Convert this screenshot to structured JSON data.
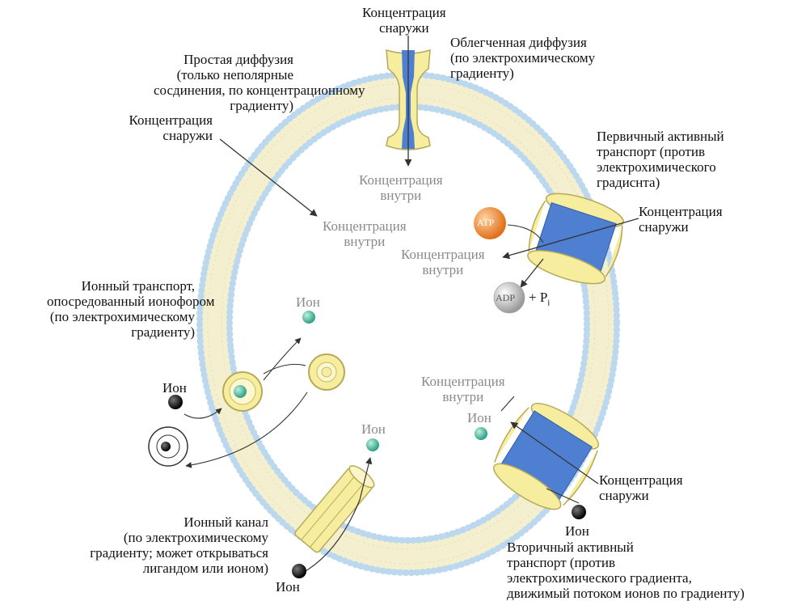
{
  "labels": {
    "top_outside": [
      "Концентрация",
      "снаружи"
    ],
    "facilitated": [
      "Облегченная диффузия",
      "(по электрохимическому",
      "градиенту)"
    ],
    "simple": [
      "Простая диффузия",
      "(только неполярные",
      "сосдинения, по концентрационному",
      "градиенту)"
    ],
    "simple_outside": [
      "Концентрация",
      "снаружи"
    ],
    "top_inside": [
      "Концентрация",
      "внутри"
    ],
    "simple_inside": [
      "Концентрация",
      "внутри"
    ],
    "primary": [
      "Первичный активный",
      "транспорт (против",
      "электрохимического",
      "градиснта)"
    ],
    "primary_outside": [
      "Концентрация",
      "снаружи"
    ],
    "primary_inside": [
      "Концентрация",
      "внутри"
    ],
    "atp": "ATP",
    "adp": "ADP",
    "adp_plus": "+ P",
    "adp_sub": "i",
    "ionophore": [
      "Ионный транспорт,",
      "опосредованный ионофором",
      "(по электрохимическому",
      "градиенту)"
    ],
    "ion_ionophore_in": "Ион",
    "ion_ionophore_out": "Ион",
    "ion_channel_in": "Ион",
    "ion_secondary_in": "Ион",
    "secondary_inside": [
      "Концентрация",
      "внутри"
    ],
    "secondary_outside": [
      "Концентрация",
      "снаружи"
    ],
    "secondary_ion_out": "Ион",
    "channel": [
      "Ионный канал",
      "(по электрохимическому",
      "градиенту; может открываться",
      "лигандом или ионом)"
    ],
    "channel_ion_out": "Ион",
    "secondary": [
      "Вторичный активный",
      "транспорт (против",
      "электрохимического градиента,",
      "движимый потоком ионов по градиенту)"
    ]
  },
  "colors": {
    "membrane_fill": "#f3efcf",
    "bead": "#bcd8ee",
    "bead_stroke": "#8fb6d6",
    "protein": "#f6ee9e",
    "protein_blue": "#4f7fd0",
    "atp": "#ef8a2c",
    "adp": "#c8c8c8",
    "ion_green": "#3fb39a",
    "ion_black": "#111111"
  },
  "icons": {
    "atp": "atp-molecule-icon",
    "adp": "adp-molecule-icon",
    "ion": "ion-sphere-icon"
  }
}
